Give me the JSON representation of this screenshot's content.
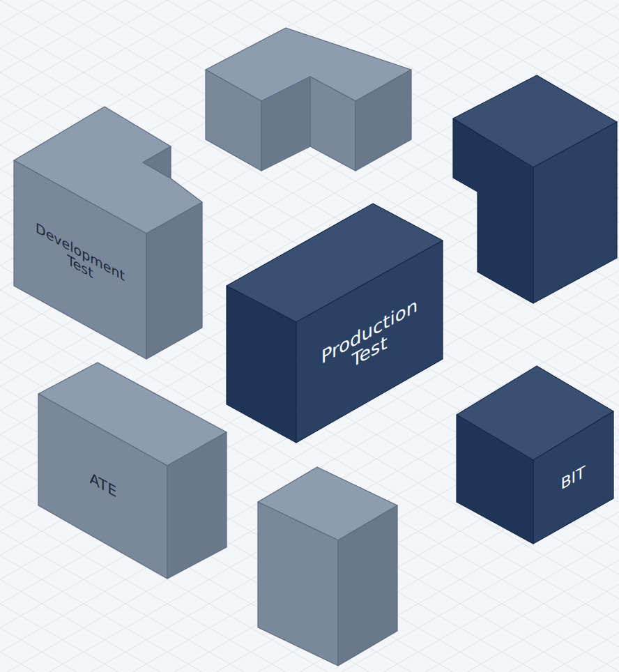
{
  "diagram": {
    "nodes": [
      {
        "text": [
          "Development Test"
        ]
      },
      {
        "text": [
          "Production Test"
        ]
      },
      {
        "text": [
          "ATE"
        ]
      },
      {
        "text": [
          "BIT"
        ]
      }
    ]
  }
}
